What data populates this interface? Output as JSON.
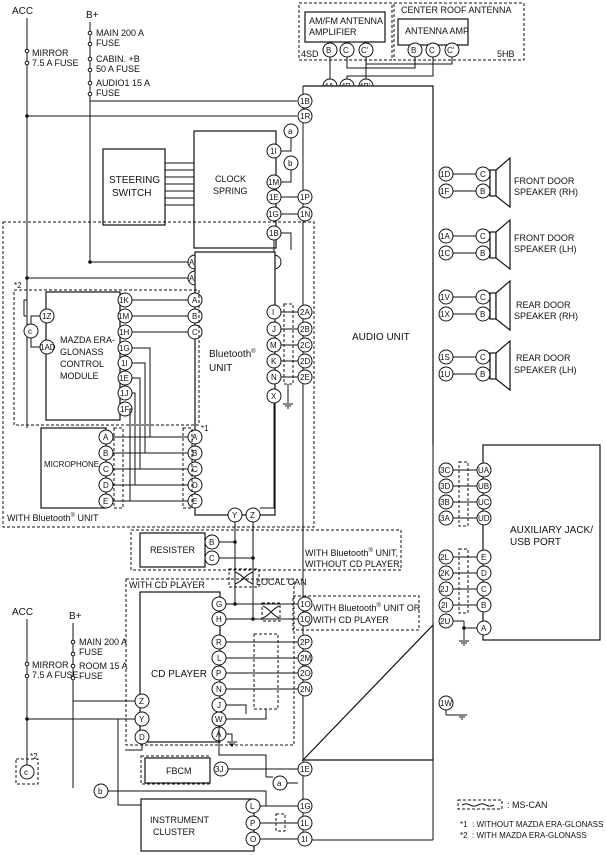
{
  "power": {
    "acc_top": "ACC",
    "bplus_top": "B+",
    "mirror_fuse_1": "MIRROR",
    "mirror_fuse_2": "7.5 A FUSE",
    "main_fuse_1": "MAIN 200 A",
    "main_fuse_2": "FUSE",
    "cabin_fuse_1": "CABIN. +B",
    "cabin_fuse_2": "50 A FUSE",
    "audio_fuse_1": "AUDIO1 15 A",
    "audio_fuse_2": "FUSE",
    "acc_bottom": "ACC",
    "bplus_bottom": "B+",
    "mirror_fuse_b1": "MIRROR",
    "mirror_fuse_b2": "7.5 A FUSE",
    "main_fuse_b1": "MAIN 200 A",
    "main_fuse_b2": "FUSE",
    "room_fuse_1": "ROOM 15 A",
    "room_fuse_2": "FUSE"
  },
  "antenna": {
    "amfm_1": "AM/FM ANTENNA",
    "amfm_2": "AMPLIFIER",
    "amfm_tag": "4SD",
    "center_title": "CENTER ROOF ANTENNA",
    "antenna_amp": "ANTENNA AMP",
    "center_tag": "5HB"
  },
  "components": {
    "steering_1": "STEERING",
    "steering_2": "SWITCH",
    "clock_1": "CLOCK",
    "clock_2": "SPRING",
    "mazda_1": "MAZDA ERA-",
    "mazda_2": "GLONASS",
    "mazda_3": "CONTROL",
    "mazda_4": "MODULE",
    "bt_unit_1": "Bluetooth",
    "bt_unit_2": "UNIT",
    "reg": "®",
    "microphone": "MICROPHONE",
    "with_bt": "WITH Bluetooth",
    "with_bt_unit": " UNIT",
    "audio_unit": "AUDIO UNIT",
    "resister": "RESISTER",
    "with_bt_nocd_1": "WITH Bluetooth",
    "with_bt_nocd_1b": " UNIT,",
    "with_bt_nocd_2": "WITHOUT CD PLAYER",
    "local_can": "LOCAL CAN",
    "with_cd_player": "WITH CD PLAYER",
    "cd_player": "CD PLAYER",
    "with_bt_or_cd_1": "WITH Bluetooth",
    "with_bt_or_cd_1b": " UNIT OR",
    "with_bt_or_cd_2": "WITH CD PLAYER",
    "fbcm": "FBCM",
    "instrument_1": "INSTRUMENT",
    "instrument_2": "CLUSTER",
    "front_rh_1": "FRONT DOOR",
    "front_rh_2": "SPEAKER (RH)",
    "front_lh_1": "FRONT DOOR",
    "front_lh_2": "SPEAKER (LH)",
    "rear_rh_1": "REAR DOOR",
    "rear_rh_2": "SPEAKER (RH)",
    "rear_lh_1": "REAR DOOR",
    "rear_lh_2": "SPEAKER (LH)",
    "aux_1": "AUXILIARY JACK/",
    "aux_2": "USB PORT",
    "star1": "*1",
    "star2": "*2",
    "star2b": "*2"
  },
  "legend": {
    "mscan": ": MS-CAN",
    "note1_mark": "*1",
    "note1": ": WITHOUT MAZDA ERA-GLONASS",
    "note2_mark": "*2",
    "note2": ": WITH MAZDA ERA-GLONASS"
  },
  "pins": {
    "p_4A": "4A",
    "p_4B": "4B",
    "p_4Bp": "4B'",
    "p_1B": "1B",
    "p_1R": "1R",
    "p_1I": "1I",
    "p_1M": "1M",
    "p_1E": "1E",
    "p_1G": "1G",
    "p_1P": "1P",
    "p_1N": "1N",
    "p_1B2": "1B",
    "p_F": "F",
    "p_AA": "AA",
    "p_AB": "AB",
    "p_a": "a",
    "p_b": "b",
    "p_1Z": "1Z",
    "p_1AD": "1AD",
    "p_c": "c",
    "p_1K": "1K",
    "p_1M2": "1M",
    "p_1H": "1H",
    "p_1G2": "1G",
    "p_1I2": "1I",
    "p_1E2": "1E",
    "p_1J": "1J",
    "p_1F": "1F",
    "p_A": "A",
    "p_B": "B",
    "p_C": "C",
    "p_D": "D",
    "p_E": "E",
    "p_I": "I",
    "p_J": "J",
    "p_M": "M",
    "p_K": "K",
    "p_N": "N",
    "p_X": "X",
    "p_2A": "2A",
    "p_2B": "2B",
    "p_2C": "2C",
    "p_2D": "2D",
    "p_2E": "2E",
    "p_Y": "Y",
    "p_Z": "Z",
    "p_1D": "1D",
    "p_1F2": "1F",
    "p_1A": "1A",
    "p_1C": "1C",
    "p_1V": "1V",
    "p_1X": "1X",
    "p_1S": "1S",
    "p_1U": "1U",
    "p_3C": "3C",
    "p_3D": "3D",
    "p_3B": "3B",
    "p_3A": "3A",
    "p_UA": "UA",
    "p_UB": "UB",
    "p_UC": "UC",
    "p_UD": "UD",
    "p_2L": "2L",
    "p_2K": "2K",
    "p_2J": "2J",
    "p_2I": "2I",
    "p_2U": "2U",
    "p_1W": "1W",
    "p_G": "G",
    "p_H": "H",
    "p_1O": "1O",
    "p_1Q": "1Q",
    "p_R": "R",
    "p_L": "L",
    "p_P": "P",
    "p_W": "W",
    "p_2P": "2P",
    "p_2M": "2M",
    "p_2O": "2O",
    "p_2N": "2N",
    "p_3J": "3J",
    "p_1E3": "1E",
    "p_1G3": "1G",
    "p_1L": "1L",
    "p_1I3": "1I",
    "p_O": "O",
    "p_Cp": "C'"
  }
}
